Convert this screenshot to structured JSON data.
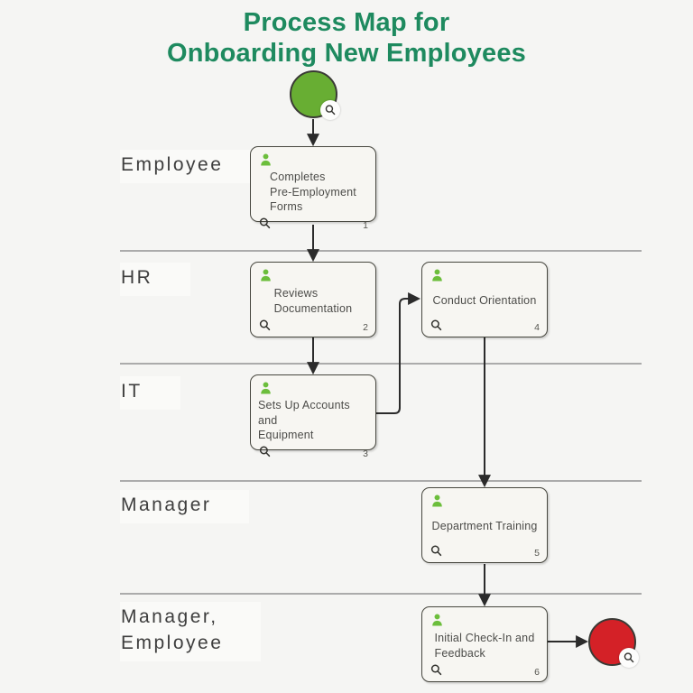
{
  "title": {
    "text": "Process Map for\nOnboarding New Employees"
  },
  "lanes": [
    {
      "label": "Employee"
    },
    {
      "label": "HR"
    },
    {
      "label": "IT"
    },
    {
      "label": "Manager"
    },
    {
      "label": "Manager,\nEmployee"
    }
  ],
  "nodes": {
    "start": {
      "type": "start-event"
    },
    "task1": {
      "label": "Completes\nPre-Employment\nForms",
      "number": "1"
    },
    "task2": {
      "label": "Reviews\nDocumentation",
      "number": "2"
    },
    "task3": {
      "label": "Sets Up Accounts and\nEquipment",
      "number": "3"
    },
    "task4": {
      "label": "Conduct Orientation",
      "number": "4"
    },
    "task5": {
      "label": "Department Training",
      "number": "5"
    },
    "task6": {
      "label": "Initial Check-In and\nFeedback",
      "number": "6"
    },
    "end": {
      "type": "end-event"
    }
  },
  "colors": {
    "background": "#f5f5f3",
    "title_text": "#1e8a5f",
    "box_fill": "#f7f6f2",
    "box_border": "#47473f",
    "box_text": "#4c4c49",
    "lane_label_text": "#3e3e3e",
    "lane_line": "#ababab",
    "connector": "#2b2b2b",
    "start_fill": "#68ae33",
    "end_fill": "#d42127",
    "event_border": "#3a3a35",
    "person_icon": "#6cbe3c",
    "search_icon": "#31312d",
    "badge_fill": "#fdfdfc",
    "number_text": "#55554f"
  }
}
